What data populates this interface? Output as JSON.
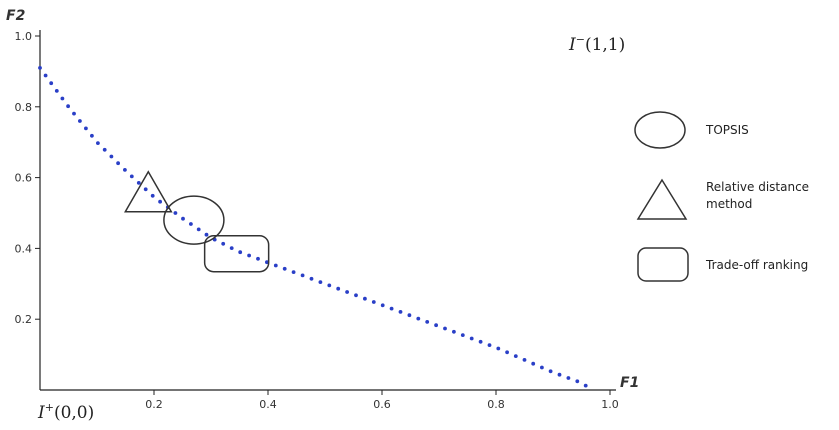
{
  "chart_data": {
    "type": "scatter",
    "xlabel": "F1",
    "ylabel": "F2",
    "xlim": [
      0,
      1.0
    ],
    "ylim": [
      0,
      1.0
    ],
    "x_ticks": [
      "0.2",
      "0.4",
      "0.6",
      "0.8",
      "1.0"
    ],
    "y_ticks": [
      "0.2",
      "0.4",
      "0.6",
      "0.8",
      "1.0"
    ],
    "grid": false,
    "legend_position": "right",
    "series": [
      {
        "style": "dotted",
        "color": "#2a3fc7",
        "x": [
          0.0,
          0.05,
          0.1,
          0.15,
          0.2,
          0.25,
          0.3,
          0.35,
          0.4,
          0.45,
          0.5,
          0.55,
          0.6,
          0.65,
          0.7,
          0.75,
          0.8,
          0.85,
          0.9,
          0.95,
          0.97
        ],
        "y": [
          0.91,
          0.8,
          0.7,
          0.62,
          0.545,
          0.485,
          0.43,
          0.39,
          0.36,
          0.33,
          0.3,
          0.27,
          0.24,
          0.21,
          0.18,
          0.15,
          0.12,
          0.085,
          0.05,
          0.02,
          0.0
        ]
      }
    ],
    "markers": [
      {
        "label": "TOPSIS",
        "shape": "ellipse",
        "x": 0.27,
        "y": 0.48
      },
      {
        "label": "Relative distance method",
        "label_lines": [
          "Relative distance",
          "method"
        ],
        "shape": "triangle",
        "x": 0.19,
        "y": 0.56
      },
      {
        "label": "Trade-off ranking",
        "shape": "rounded-rect",
        "x": 0.345,
        "y": 0.385
      }
    ],
    "annotations": {
      "negative_ideal": {
        "symbol": "I",
        "sup": "−",
        "coords": "(1,1)"
      },
      "positive_ideal": {
        "symbol": "I",
        "sup": "+",
        "coords": "(0,0)"
      }
    }
  }
}
